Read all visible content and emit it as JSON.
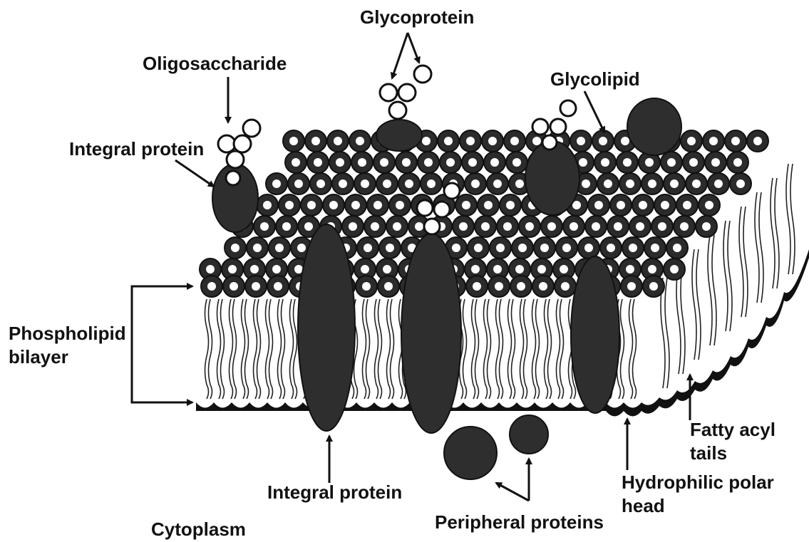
{
  "diagram": {
    "labels": {
      "glycoprotein": "Glycoprotein",
      "oligosaccharide": "Oligosaccharide",
      "glycolipid": "Glycolipid",
      "integral_protein_top": "Integral protein",
      "phospholipid_bilayer_line1": "Phospholipid",
      "phospholipid_bilayer_line2": "bilayer",
      "fatty_acyl_line1": "Fatty acyl",
      "fatty_acyl_line2": "tails",
      "hydrophilic_line1": "Hydrophilic polar",
      "hydrophilic_line2": "head",
      "integral_protein_bottom": "Integral protein",
      "peripheral_proteins": "Peripheral proteins",
      "cytoplasm": "Cytoplasm"
    },
    "colors": {
      "ink": "#111111",
      "protein": "#2e2e2e",
      "background": "#ffffff"
    }
  }
}
